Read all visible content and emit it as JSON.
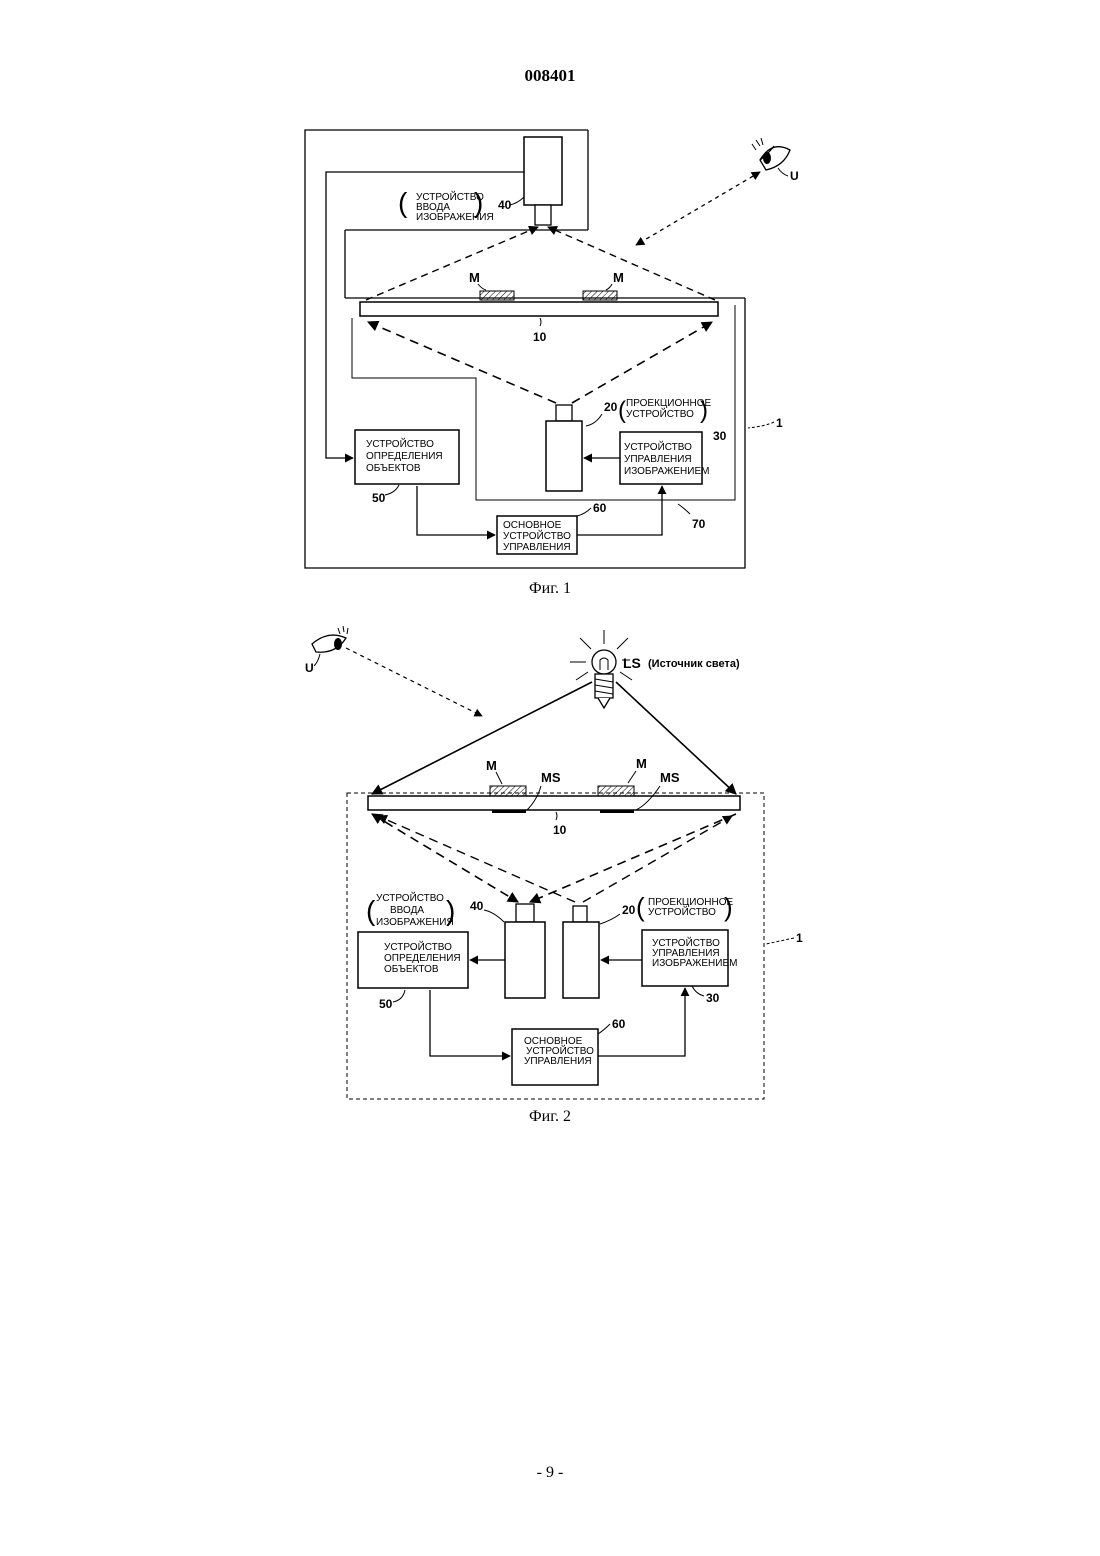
{
  "header": {
    "doc_number": "008401"
  },
  "figure1": {
    "caption": "Фиг. 1",
    "image_input_label": [
      "УСТРОЙСТВО",
      "ВВОДА",
      "ИЗОБРАЖЕНИЯ"
    ],
    "image_input_ref": "40",
    "projection_label": [
      "ПРОЕКЦИОННОЕ",
      "УСТРОЙСТВО"
    ],
    "projection_ref": "20",
    "object_detection_label": [
      "УСТРОЙСТВО",
      "ОПРЕДЕЛЕНИЯ",
      "ОБЪЕКТОВ"
    ],
    "object_detection_ref": "50",
    "image_control_label": [
      "УСТРОЙСТВО",
      "УПРАВЛЕНИЯ",
      "ИЗОБРАЖЕНИЕМ"
    ],
    "image_control_ref": "30",
    "main_control_label": [
      "ОСНОВНОЕ",
      "УСТРОЙСТВО",
      "УПРАВЛЕНИЯ"
    ],
    "main_control_ref": "60",
    "screen_ref": "10",
    "system_ref": "1",
    "enclosure_ref": "70",
    "marker_left": "M",
    "marker_right": "M",
    "user_ref": "U"
  },
  "figure2": {
    "caption": "Фиг. 2",
    "light_source_ref": "LS",
    "light_source_label": "(Источник света)",
    "image_input_label": [
      "УСТРОЙСТВО",
      "ВВОДА",
      "ИЗОБРАЖЕНИЯ"
    ],
    "image_input_ref": "40",
    "projection_label": [
      "ПРОЕКЦИОННОЕ",
      "УСТРОЙСТВО"
    ],
    "projection_ref": "20",
    "object_detection_label": [
      "УСТРОЙСТВО",
      "ОПРЕДЕЛЕНИЯ",
      "ОБЪЕКТОВ"
    ],
    "object_detection_ref": "50",
    "image_control_label": [
      "УСТРОЙСТВО",
      "УПРАВЛЕНИЯ",
      "ИЗОБРАЖЕНИЕМ"
    ],
    "image_control_ref": "30",
    "main_control_label": [
      "ОСНОВНОЕ",
      "УСТРОЙСТВО",
      "УПРАВЛЕНИЯ"
    ],
    "main_control_ref": "60",
    "screen_ref": "10",
    "system_ref": "1",
    "marker_left": "M",
    "marker_right": "M",
    "shadow_left": "MS",
    "shadow_right": "MS",
    "user_ref": "U"
  },
  "footer": {
    "page_number": "- 9 -"
  }
}
